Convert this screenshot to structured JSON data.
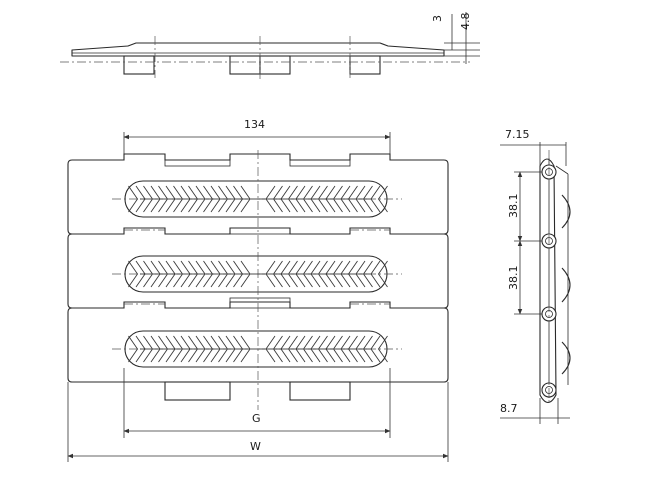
{
  "labels": {
    "side_thickness": "3",
    "side_height": "4.8",
    "top_width": "134",
    "pin_offset": "7.15",
    "pitch_1": "38.1",
    "pitch_2": "38.1",
    "pin_bottom": "8.7",
    "g_label": "G",
    "w_label": "W"
  }
}
